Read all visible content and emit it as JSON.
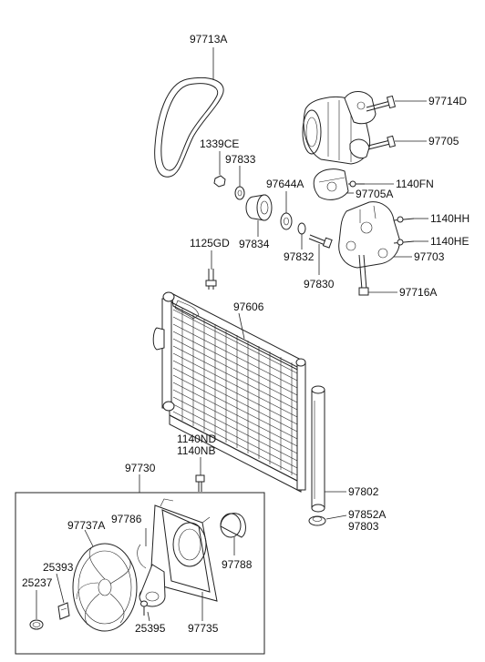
{
  "parts": {
    "p97713A": "97713A",
    "p97714D": "97714D",
    "p97705": "97705",
    "p1339CE": "1339CE",
    "p97833": "97833",
    "p97644A": "97644A",
    "p1140FN": "1140FN",
    "p97705A": "97705A",
    "p1140HH": "1140HH",
    "p1140HE": "1140HE",
    "p97834": "97834",
    "p97703": "97703",
    "p97832": "97832",
    "p1125GD": "1125GD",
    "p97830": "97830",
    "p97716A": "97716A",
    "p97606": "97606",
    "p1140ND": "1140ND",
    "p1140NB": "1140NB",
    "p97730": "97730",
    "p97802": "97802",
    "p97786": "97786",
    "p97852A": "97852A",
    "p97803": "97803",
    "p97737A": "97737A",
    "p25393": "25393",
    "p97788": "97788",
    "p25237": "25237",
    "p25395": "25395",
    "p97735": "97735"
  }
}
